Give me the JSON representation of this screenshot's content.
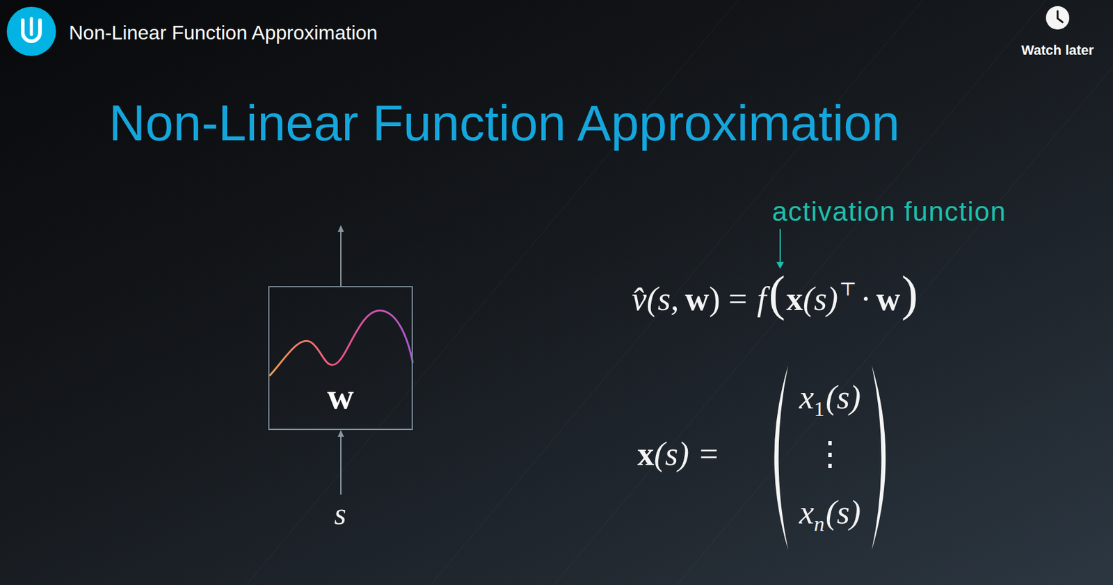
{
  "diagram": {
    "title": "Non-Linear Function Approximation",
    "nodes": [
      {
        "text": [
          "w"
        ]
      }
    ],
    "labels": [
      "Non-Linear Function Approximation",
      "Watch later",
      "s",
      "activation function",
      "v̂(s,",
      "w",
      ") =",
      "f",
      "(",
      "x",
      "(s)",
      "⊤",
      "·",
      "w",
      ")",
      "x",
      "(s) =",
      "x",
      "1",
      "(s)",
      "⋮",
      "x",
      "n",
      "(s)"
    ]
  }
}
